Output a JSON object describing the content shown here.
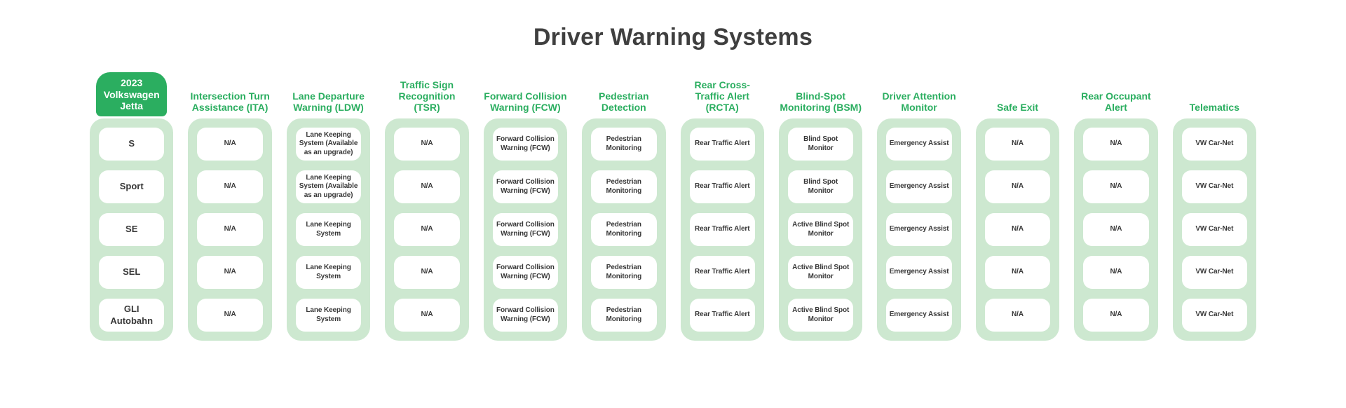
{
  "title": "Driver Warning Systems",
  "colors": {
    "green": "#2bae60",
    "light_green": "#cde8d0",
    "title_text": "#3f3f3f",
    "cell_text": "#383838"
  },
  "chart_data": {
    "type": "table",
    "title": "Driver Warning Systems",
    "vehicle": {
      "header": "2023 Volkswagen Jetta",
      "trims": [
        "S",
        "Sport",
        "SE",
        "SEL",
        "GLI Autobahn"
      ]
    },
    "columns": [
      {
        "header": "Intersection Turn Assistance (ITA)",
        "values": [
          "N/A",
          "N/A",
          "N/A",
          "N/A",
          "N/A"
        ]
      },
      {
        "header": "Lane Departure Warning (LDW)",
        "values": [
          "Lane Keeping System (Available as an upgrade)",
          "Lane Keeping System (Available as an upgrade)",
          "Lane Keeping System",
          "Lane Keeping System",
          "Lane Keeping System"
        ]
      },
      {
        "header": "Traffic Sign Recognition (TSR)",
        "values": [
          "N/A",
          "N/A",
          "N/A",
          "N/A",
          "N/A"
        ]
      },
      {
        "header": "Forward Collision Warning (FCW)",
        "values": [
          "Forward Collision Warning (FCW)",
          "Forward Collision Warning (FCW)",
          "Forward Collision Warning (FCW)",
          "Forward Collision Warning (FCW)",
          "Forward Collision Warning (FCW)"
        ]
      },
      {
        "header": "Pedestrian Detection",
        "values": [
          "Pedestrian Monitoring",
          "Pedestrian Monitoring",
          "Pedestrian Monitoring",
          "Pedestrian Monitoring",
          "Pedestrian Monitoring"
        ]
      },
      {
        "header": "Rear Cross-Traffic Alert (RCTA)",
        "values": [
          "Rear Traffic Alert",
          "Rear Traffic Alert",
          "Rear Traffic Alert",
          "Rear Traffic Alert",
          "Rear Traffic Alert"
        ]
      },
      {
        "header": "Blind-Spot Monitoring (BSM)",
        "values": [
          "Blind Spot Monitor",
          "Blind Spot Monitor",
          "Active Blind Spot Monitor",
          "Active Blind Spot Monitor",
          "Active Blind Spot Monitor"
        ]
      },
      {
        "header": "Driver Attention Monitor",
        "values": [
          "Emergency Assist",
          "Emergency Assist",
          "Emergency Assist",
          "Emergency Assist",
          "Emergency Assist"
        ]
      },
      {
        "header": "Safe Exit",
        "values": [
          "N/A",
          "N/A",
          "N/A",
          "N/A",
          "N/A"
        ]
      },
      {
        "header": "Rear Occupant Alert",
        "values": [
          "N/A",
          "N/A",
          "N/A",
          "N/A",
          "N/A"
        ]
      },
      {
        "header": "Telematics",
        "values": [
          "VW Car-Net",
          "VW Car-Net",
          "VW Car-Net",
          "VW Car-Net",
          "VW Car-Net"
        ]
      }
    ]
  }
}
